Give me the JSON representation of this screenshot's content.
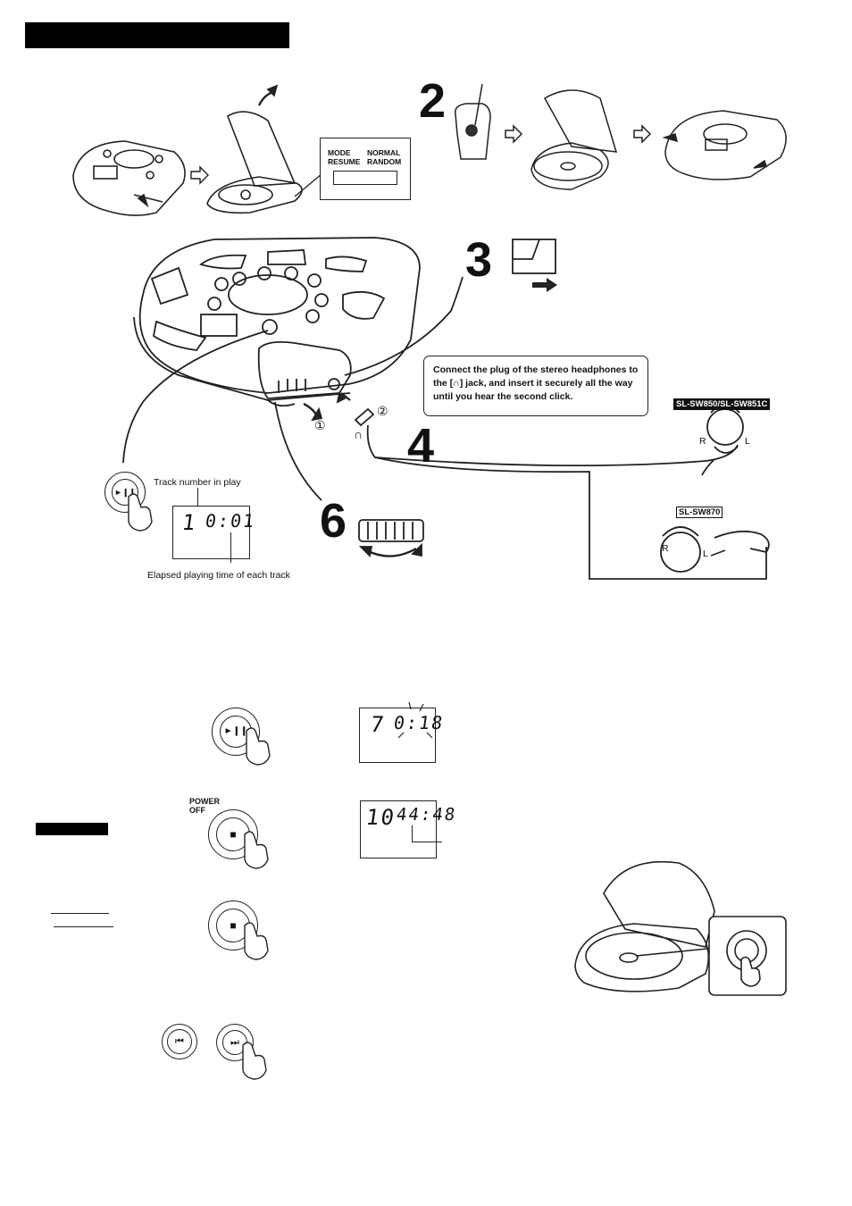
{
  "header": {
    "bar_color": "#000000"
  },
  "steps": {
    "two": "2",
    "three": "3",
    "four": "4",
    "six": "6"
  },
  "mode_switch": {
    "mode": "MODE",
    "resume": "RESUME",
    "normal": "NORMAL",
    "random": "RANDOM"
  },
  "callout": {
    "text": "Connect the plug of the stereo headphones to the [∩] jack, and insert it securely all the way until you hear the second click."
  },
  "models": {
    "a": "SL-SW850/SL-SW851C",
    "b": "SL-SW870"
  },
  "channels": {
    "right": "R",
    "left": "L"
  },
  "circled": {
    "one": "①",
    "two": "②"
  },
  "play_display": {
    "track_caption": "Track number in play",
    "elapsed_caption": "Elapsed playing time of each track",
    "track": "1",
    "time": "0:01"
  },
  "pause_display": {
    "track": "7",
    "time": "0:18"
  },
  "stop_display": {
    "track": "10",
    "time": "44:48"
  },
  "buttons": {
    "play_pause": "►❙❙",
    "stop": "■",
    "power_off_label": "POWER\nOFF",
    "skip_back": "⏮",
    "skip_forward": "⏭"
  },
  "colors": {
    "ink": "#111111",
    "paper": "#ffffff"
  }
}
